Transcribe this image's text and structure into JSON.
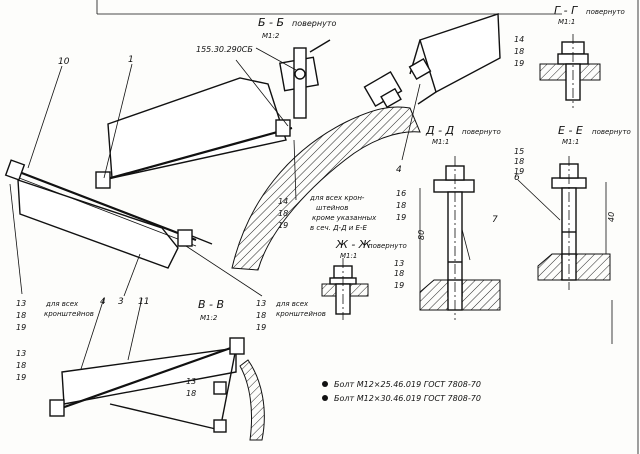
{
  "sections": {
    "bb": {
      "title": "Б - Б",
      "note": "повернуто",
      "scale": "М1:2"
    },
    "gg": {
      "title": "Г - Г",
      "note": "повернуто",
      "scale": "М1:1"
    },
    "dd": {
      "title": "Д - Д",
      "note": "повернуто",
      "scale": "М1:1"
    },
    "ee": {
      "title": "Е - Е",
      "note": "повернуто",
      "scale": "М1:1"
    },
    "zhzh": {
      "title": "Ж - Ж",
      "note": "повернуто",
      "scale": "М1:1"
    },
    "vv": {
      "title": "В - В",
      "scale": "М1:2"
    }
  },
  "drawing_number": "155.30.290СБ",
  "notes": {
    "all_brackets_1": "для всех",
    "all_brackets_2": "кронштейнов",
    "all_brackets_b1": "для всех",
    "all_brackets_b2": "кронштейнов",
    "center_1": "для всех крон-",
    "center_2": "штейнов",
    "center_3": "кроме указанных",
    "center_4": "в сеч. Д-Д и Е-Е"
  },
  "dimensions": {
    "dd_height": "80",
    "ee_height": "40"
  },
  "legend": [
    {
      "text": "Болт М12×25.46.019  ГОСТ 7808-70"
    },
    {
      "text": "Болт М12×30.46.019  ГОСТ 7808-70"
    }
  ],
  "callouts": {
    "c1": "1",
    "c10": "10",
    "c3": "3",
    "c4a": "4",
    "c4b": "4",
    "c11": "11",
    "c7": "7",
    "c6": "6",
    "c16": "16",
    "gg_a": "14",
    "gg_b": "18",
    "gg_c": "19",
    "ee_a": "15",
    "ee_b": "18",
    "ee_c": "19",
    "dd_b": "18",
    "dd_c": "19",
    "zh_a": "13",
    "zh_b": "18",
    "zh_c": "19",
    "ct_a": "14",
    "ct_b": "18",
    "ct_c": "19",
    "bl_a": "13",
    "bl_b": "18",
    "bl_c": "19",
    "br_a": "13",
    "br_b": "18",
    "br_c": "19",
    "vl_a": "13",
    "vl_b": "18",
    "vl_c": "19",
    "vm_a": "13",
    "vm_b": "18"
  }
}
